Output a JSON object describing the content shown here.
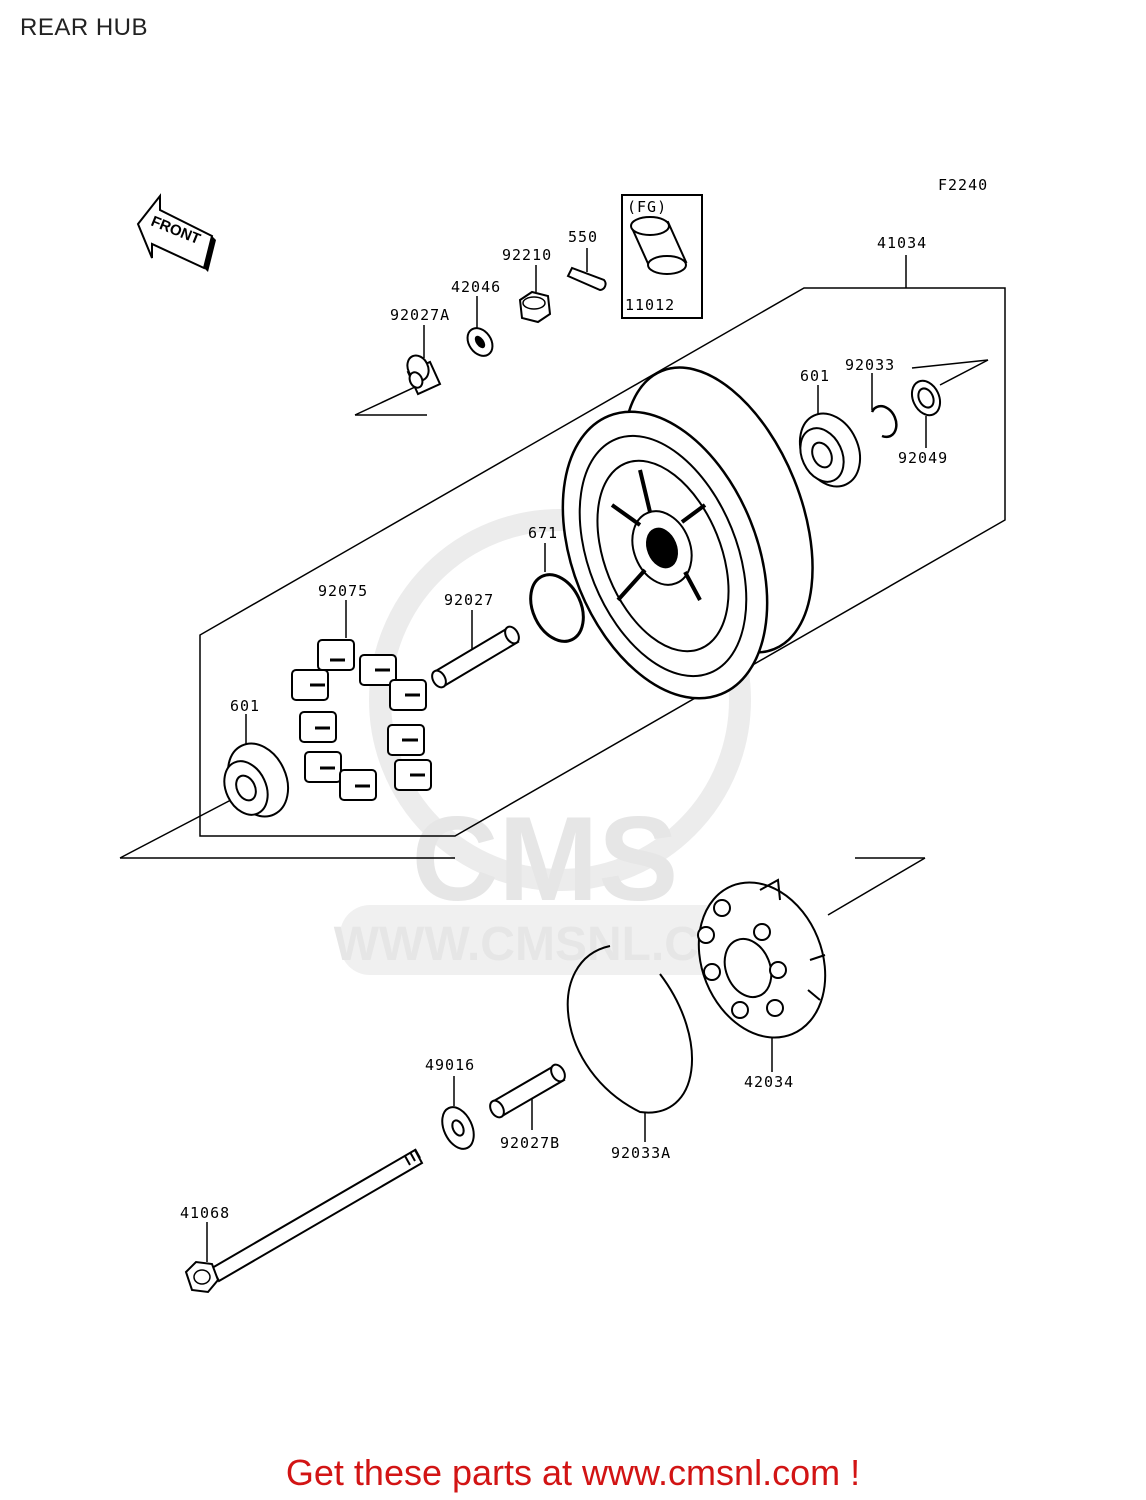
{
  "title": "REAR HUB",
  "figure_code": "F2240",
  "front_label": "FRONT",
  "fg_label": "(FG)",
  "watermark": {
    "logo": "CMS",
    "url": "WWW.CMSNL.COM"
  },
  "parts": {
    "p550": "550",
    "p92210": "92210",
    "p42046": "42046",
    "p92027a": "92027A",
    "p11012": "11012",
    "p41034": "41034",
    "p601_top": "601",
    "p92033": "92033",
    "p92049": "92049",
    "p671": "671",
    "p92075": "92075",
    "p92027": "92027",
    "p601_left": "601",
    "p49016": "49016",
    "p92027b": "92027B",
    "p92033a": "92033A",
    "p42034": "42034",
    "p41068": "41068"
  },
  "footer": "Get these parts at www.cmsnl.com !"
}
